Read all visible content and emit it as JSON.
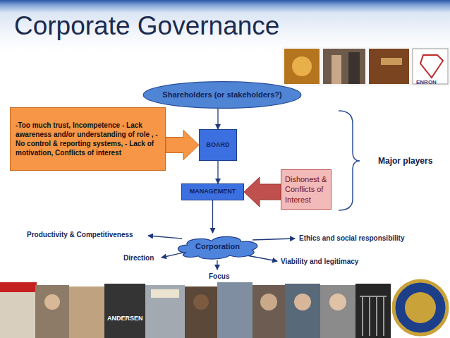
{
  "diagram": {
    "title": "Corporate Governance",
    "nodes": [
      {
        "text": [
          "Shareholders  (or stakeholders?)"
        ]
      },
      {
        "text": [
          "-Too much trust, Incompetence - Lack awareness and/or understanding of role , -No control & reporting systems, - Lack of motivation, Conflicts of interest"
        ]
      },
      {
        "text": [
          "BOARD"
        ]
      },
      {
        "text": [
          "Dishonest & Conflicts of Interest"
        ]
      },
      {
        "text": [
          "MANAGEMENT"
        ]
      },
      {
        "text": [
          "Corporation"
        ]
      }
    ],
    "edges": [
      {
        "from": 0,
        "to": 2,
        "arrow": "to"
      },
      {
        "from": 1,
        "to": 2,
        "arrow": "to"
      },
      {
        "from": 2,
        "to": 4,
        "arrow": "to"
      },
      {
        "from": 3,
        "to": 4,
        "arrow": "to"
      },
      {
        "from": 4,
        "to": 5,
        "arrow": "to"
      }
    ],
    "labels": [
      "Major players",
      "Productivity & Competitiveness",
      "Direction",
      "Focus",
      "Ethics and social responsibility",
      "Viability and legitimacy",
      "ENRON",
      "ANDERSEN"
    ]
  }
}
